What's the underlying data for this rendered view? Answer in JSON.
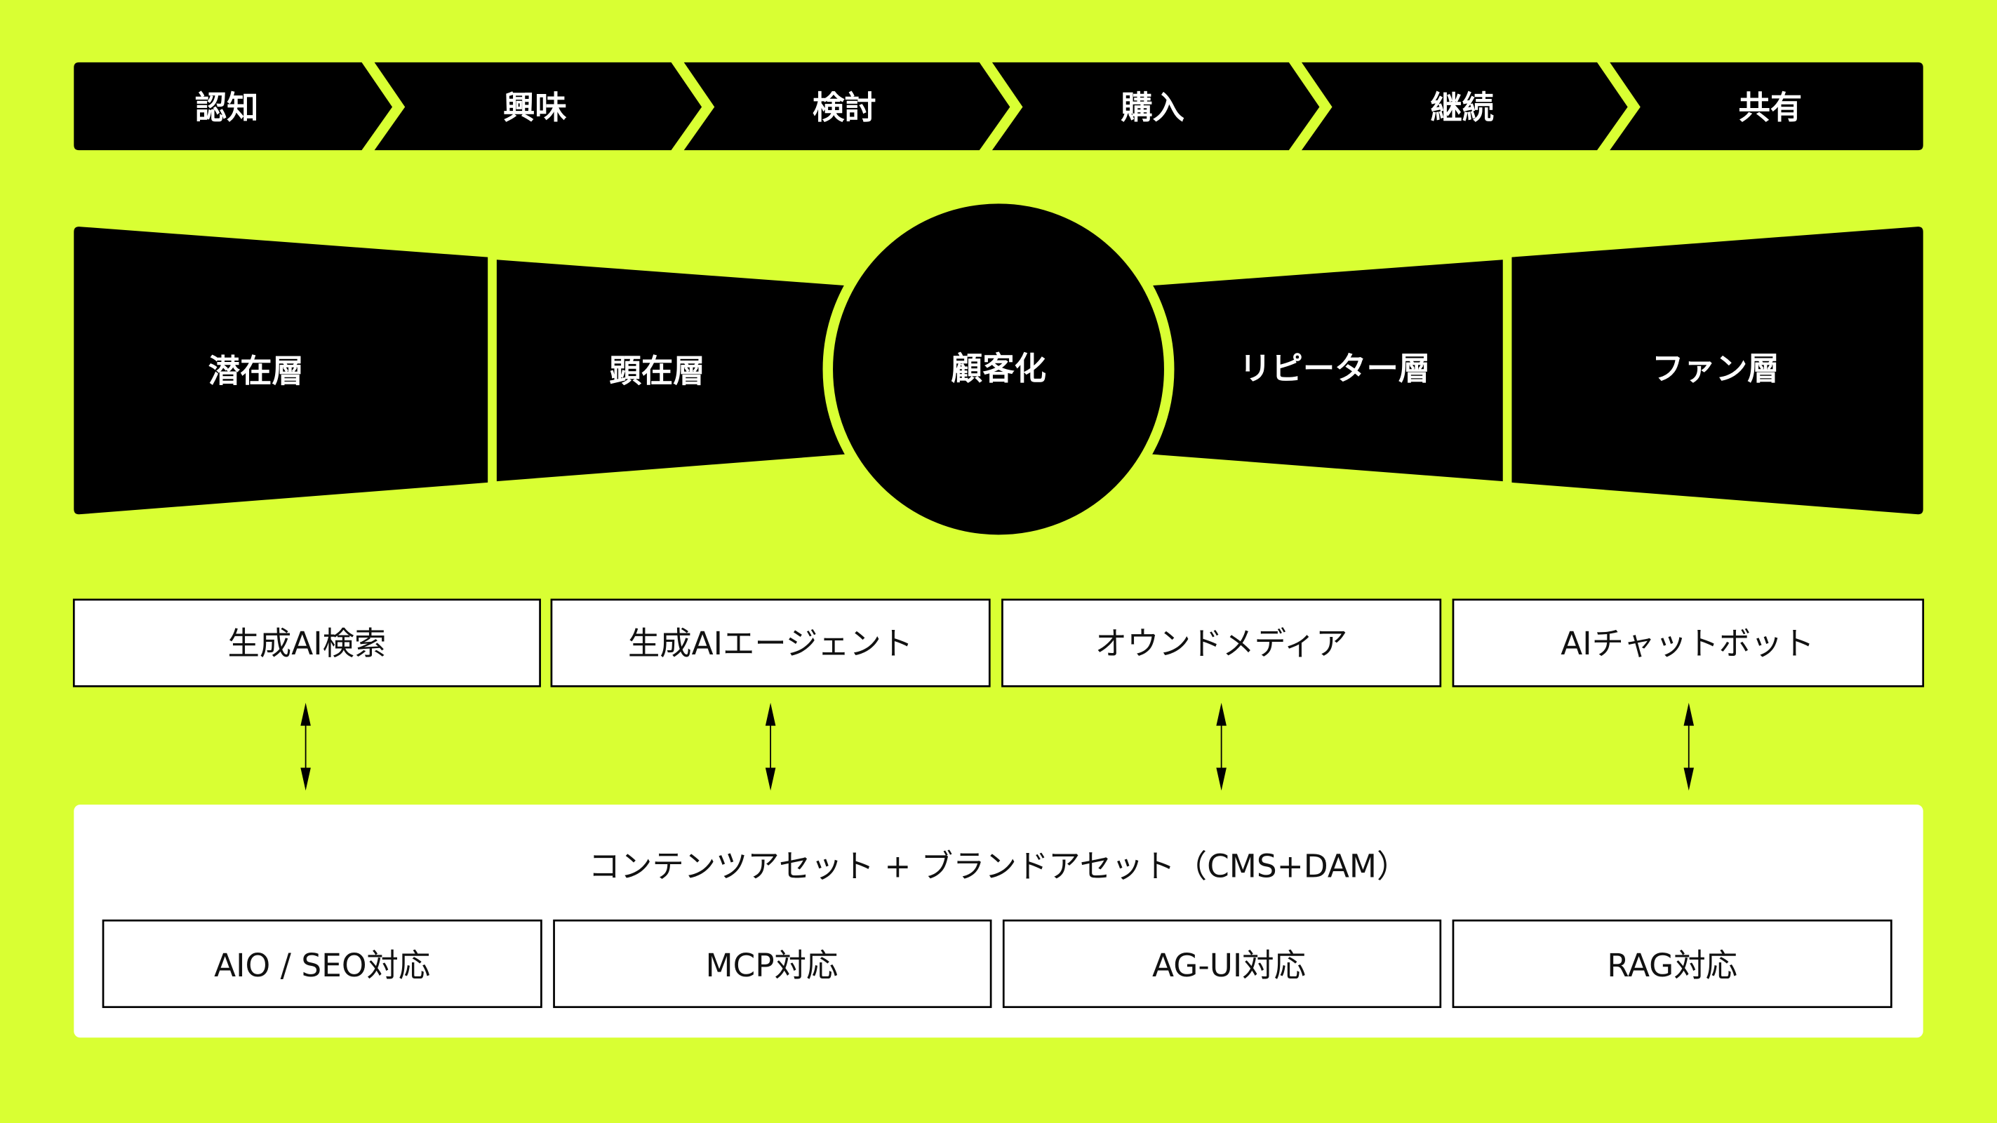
{
  "colors": {
    "background": "#d9ff33",
    "dark": "#000000",
    "panel": "#ffffff"
  },
  "stages": [
    "認知",
    "興味",
    "検討",
    "購入",
    "継続",
    "共有"
  ],
  "layers": {
    "left": [
      "潜在層",
      "顕在層"
    ],
    "center": "顧客化",
    "right": [
      "リピーター層",
      "ファン層"
    ]
  },
  "channels": [
    "生成AI検索",
    "生成AIエージェント",
    "オウンドメディア",
    "AIチャットボット"
  ],
  "assets": {
    "title": "コンテンツアセット + ブランドアセット（CMS+DAM）",
    "items": [
      "AIO / SEO対応",
      "MCP対応",
      "AG-UI対応",
      "RAG対応"
    ]
  }
}
